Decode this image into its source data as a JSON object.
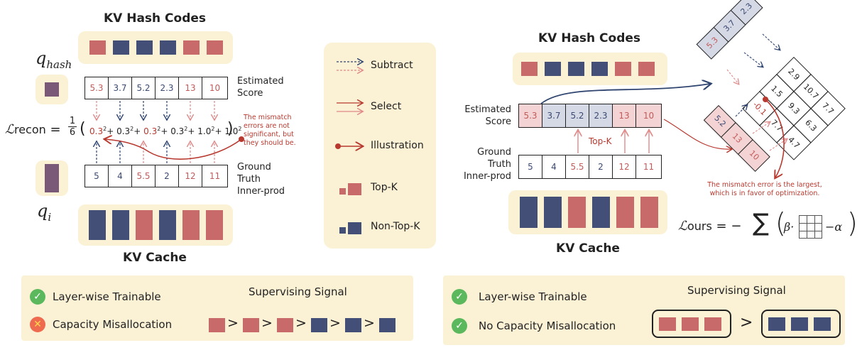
{
  "colors": {
    "topk": "#c96a6a",
    "nontopk": "#434f76",
    "beige": "#fbf1d4",
    "arrow_red": "#b8392f",
    "arrow_blue": "#2f4570"
  },
  "left": {
    "hash_title": "KV Hash Codes",
    "cache_title": "KV Cache",
    "q_hash": "q",
    "q_hash_sub": "hash",
    "q_i": "q",
    "q_i_sub": "i",
    "estimated_label": [
      "Estimated",
      "Score"
    ],
    "ground_label": [
      "Ground",
      "Truth",
      "Inner-prod"
    ],
    "estimated": [
      "5.3",
      "3.7",
      "5.2",
      "2.3",
      "13",
      "10"
    ],
    "ground": [
      "5",
      "4",
      "5.5",
      "2",
      "12",
      "11"
    ],
    "loss_symbol": "ℒ",
    "loss_sub": "recon",
    "loss_frac_num": "1",
    "loss_frac_den": "6",
    "loss_terms": [
      "0.3",
      "0.3",
      "0.3",
      "0.3",
      "1.0",
      "1.0"
    ],
    "mismatch_note": [
      "The mismatch",
      "errors are not",
      "significant, but",
      "they should be."
    ]
  },
  "legend": {
    "subtract": "Subtract",
    "select": "Select",
    "illustration": "Illustration",
    "topk": "Top-K",
    "nontopk": "Non-Top-K"
  },
  "right": {
    "hash_title": "KV Hash Codes",
    "cache_title": "KV Cache",
    "estimated_label": [
      "Estimated",
      "Score"
    ],
    "ground_label": [
      "Ground",
      "Truth",
      "Inner-prod"
    ],
    "estimated": [
      "5.3",
      "3.7",
      "5.2",
      "2.3",
      "13",
      "10"
    ],
    "ground": [
      "5",
      "4",
      "5.5",
      "2",
      "12",
      "11"
    ],
    "topk_label": "Top-K",
    "top_row": [
      "5.3",
      "3.7",
      "2.3"
    ],
    "left_col": [
      "5.2",
      "13",
      "10"
    ],
    "matrix": [
      [
        "-0.1",
        "1.5",
        "2.9"
      ],
      [
        "7.7",
        "9.3",
        "10.7"
      ],
      [
        "4.7",
        "6.3",
        "7.7"
      ]
    ],
    "mismatch_note": [
      "The mismatch error is the largest,",
      "which is in favor of optimization."
    ],
    "loss_symbol": "ℒ",
    "loss_sub": "ours",
    "loss_beta": "β·",
    "loss_alpha": "−α"
  },
  "bottom_left": {
    "check1": "Layer-wise Trainable",
    "check2": "Capacity Misallocation",
    "signal_title": "Supervising Signal",
    "gt": ">"
  },
  "bottom_right": {
    "check1": "Layer-wise Trainable",
    "check2": "No Capacity Misallocation",
    "signal_title": "Supervising Signal",
    "gt": ">"
  }
}
